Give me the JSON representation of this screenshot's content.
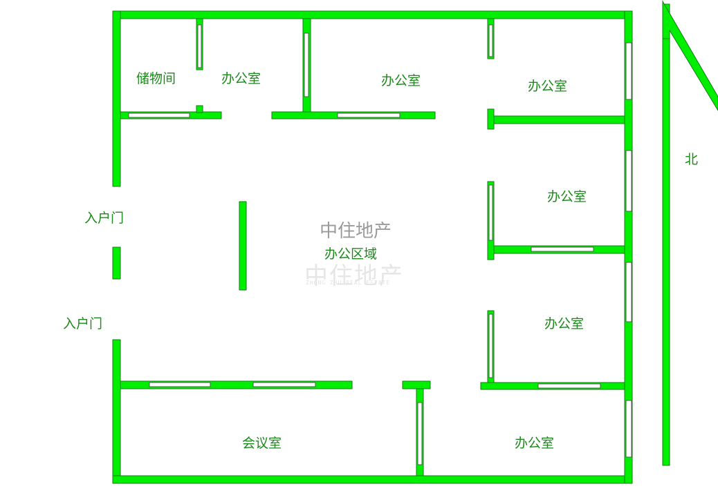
{
  "colors": {
    "wall": "#00ee00",
    "wall_outline": "#1a7a1a",
    "label": "#1a8a1a",
    "window": "#ffffff"
  },
  "watermark": {
    "brand": "中住地产",
    "ghost": "中住地产",
    "ghost_sub": "ZHONG ZHU REAL ESTATE"
  },
  "rooms": {
    "storage": "储物间",
    "office_1": "办公室",
    "office_2": "办公室",
    "office_3": "办公室",
    "office_4": "办公室",
    "office_5": "办公室",
    "office_6": "办公室",
    "office_area": "办公区域",
    "meeting": "会议室"
  },
  "entrances": {
    "upper": "入户门",
    "lower": "入户门"
  },
  "compass": {
    "north": "北"
  }
}
